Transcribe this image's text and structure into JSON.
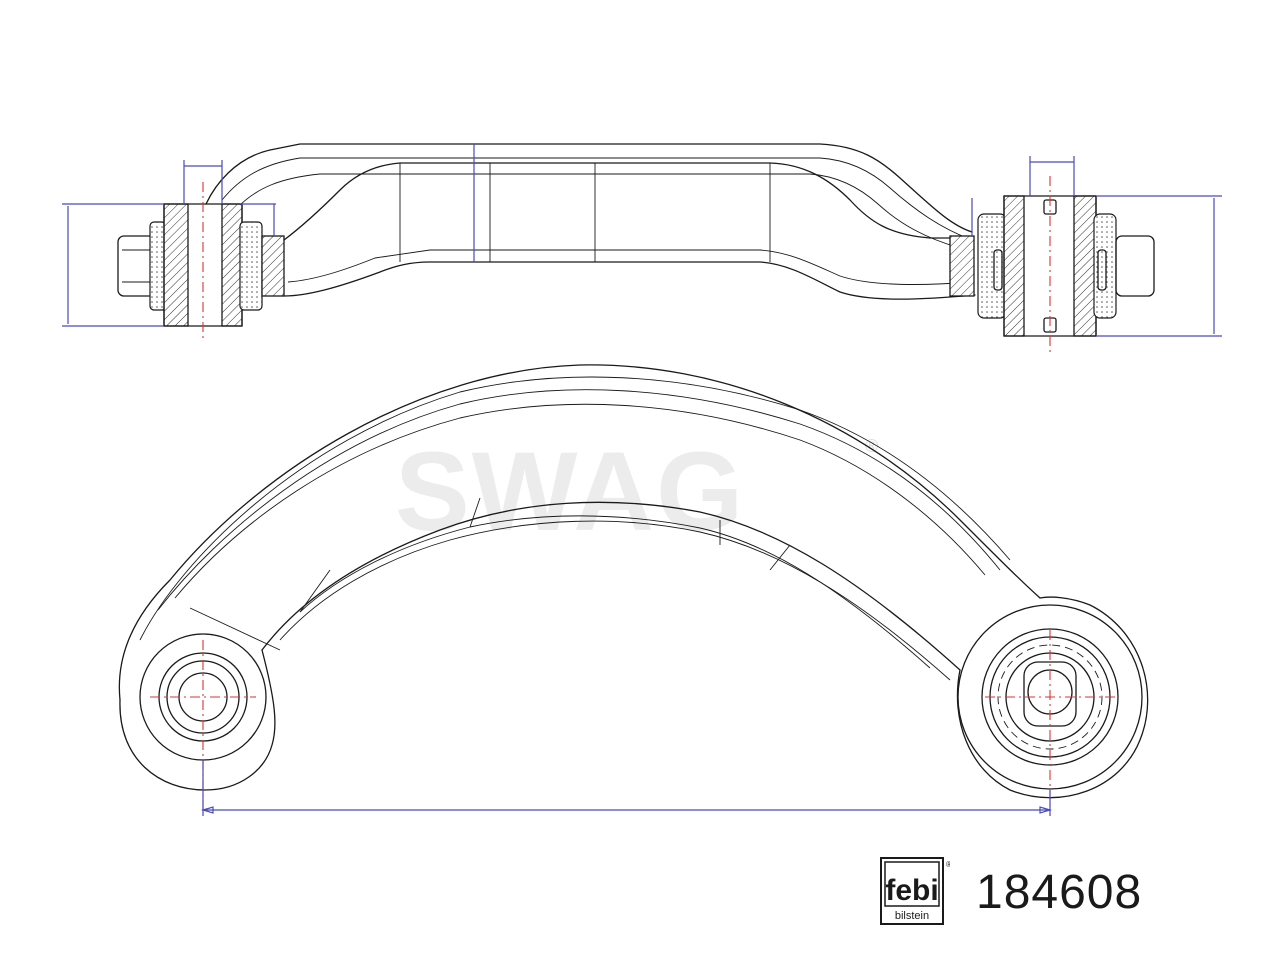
{
  "watermark": {
    "text": "SWAG",
    "registered_mark": "®"
  },
  "logo": {
    "name": "febi",
    "subtext": "bilstein",
    "registered_mark": "®"
  },
  "part_number": "184608",
  "colors": {
    "outline": "#1a1a1a",
    "dimension": "#4a4ab8",
    "axis": "#dd3333",
    "watermark": "#ececec"
  }
}
